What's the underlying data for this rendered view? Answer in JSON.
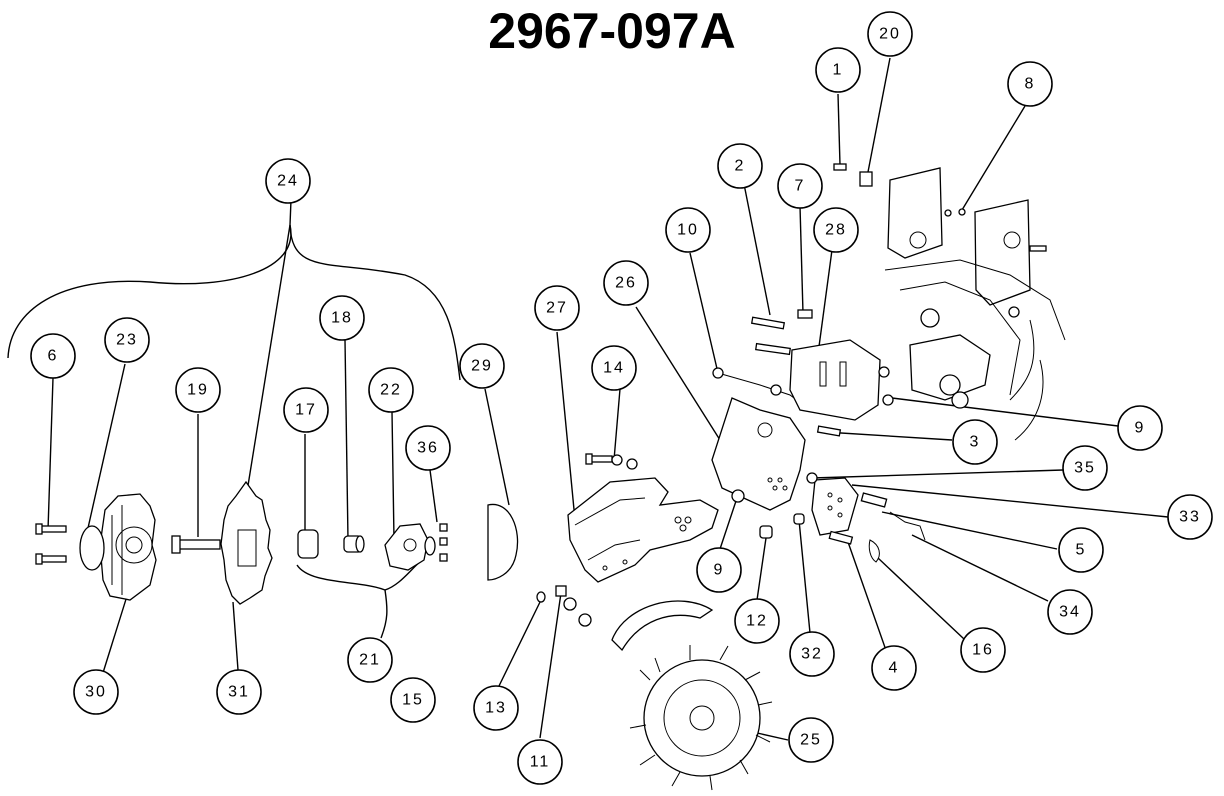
{
  "title": "2967-097A",
  "callouts": [
    "1",
    "20",
    "8",
    "2",
    "7",
    "28",
    "10",
    "24",
    "26",
    "27",
    "14",
    "18",
    "23",
    "6",
    "19",
    "17",
    "22",
    "36",
    "29",
    "3",
    "9",
    "35",
    "33",
    "5",
    "34",
    "16",
    "4",
    "32",
    "12",
    "13",
    "11",
    "21",
    "15",
    "30",
    "31",
    "25"
  ]
}
